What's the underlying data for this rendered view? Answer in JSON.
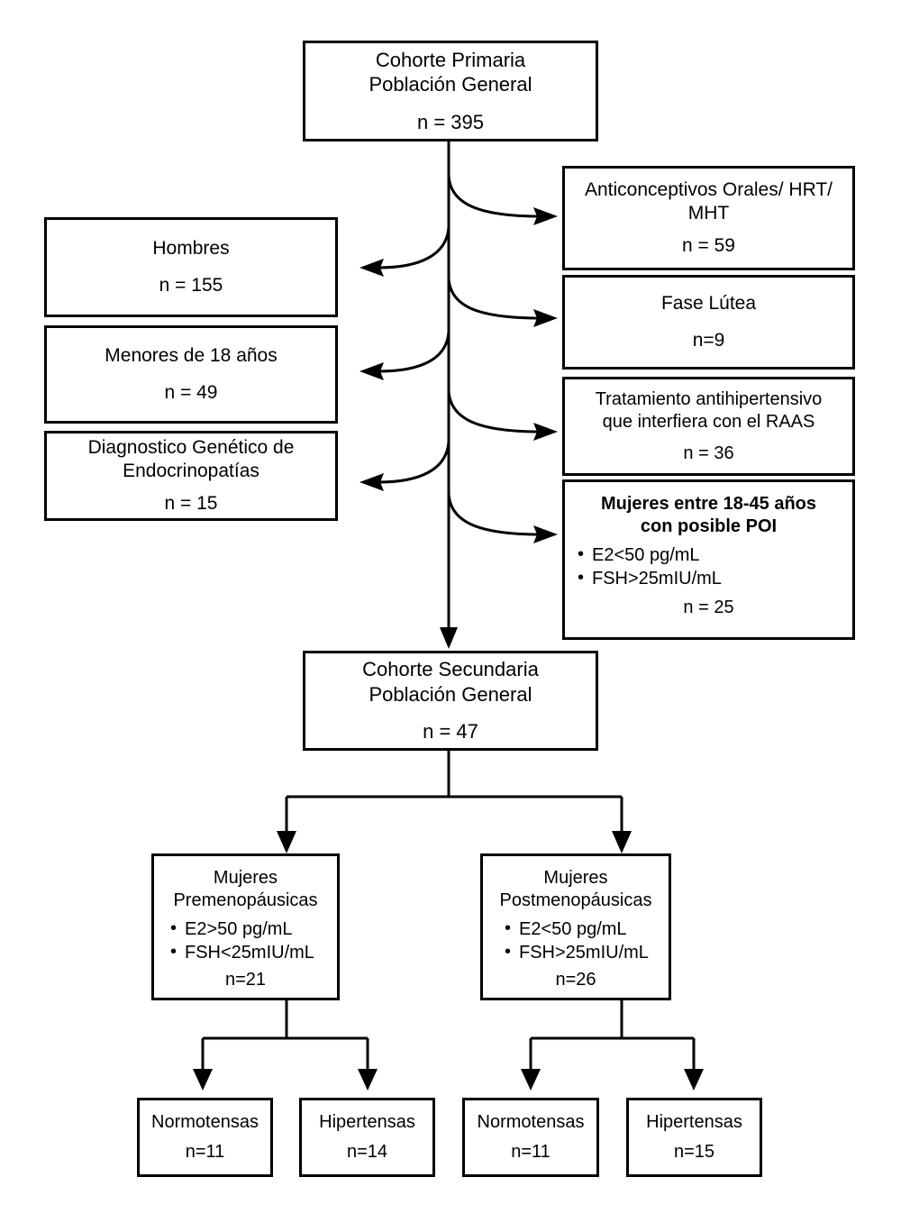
{
  "diagram": {
    "type": "flowchart",
    "language": "es",
    "accent_color": "#000000",
    "background": "#ffffff",
    "nodes": {
      "primary_cohort": {
        "title": "Cohorte Primaria\nPoblación General",
        "n": "n = 395"
      },
      "secondary_cohort": {
        "title": "Cohorte Secundaria\nPoblación General",
        "n": "n = 47"
      },
      "exclusions_left": [
        {
          "title": "Hombres",
          "n": "n = 155"
        },
        {
          "title": "Menores de 18 años",
          "n": "n = 49"
        },
        {
          "title": "Diagnostico Genético de\nEndocrinopatías",
          "n": "n = 15"
        }
      ],
      "exclusions_right": [
        {
          "title": "Anticonceptivos Orales/ HRT/\nMHT",
          "n": "n = 59",
          "bullets": []
        },
        {
          "title": "Fase Lútea",
          "n": "n=9",
          "bullets": []
        },
        {
          "title": "Tratamiento antihipertensivo\nque interfiera con el RAAS",
          "n": "n = 36",
          "bullets": []
        },
        {
          "title": "Mujeres entre 18-45 años\ncon posible POI",
          "n": "n = 25",
          "bullets": [
            "E2<50 pg/mL",
            "FSH>25mIU/mL"
          ]
        }
      ],
      "groups": [
        {
          "title": "Mujeres Premenopáusicas",
          "bullets": [
            "E2>50 pg/mL",
            "FSH<25mIU/mL"
          ],
          "n": "n=21"
        },
        {
          "title": "Mujeres Postmenopáusicas",
          "bullets": [
            "E2<50 pg/mL",
            "FSH>25mIU/mL"
          ],
          "n": "n=26"
        }
      ],
      "leaves": [
        {
          "title": "Normotensas",
          "n": "n=11"
        },
        {
          "title": "Hipertensas",
          "n": "n=14"
        },
        {
          "title": "Normotensas",
          "n": "n=11"
        },
        {
          "title": "Hipertensas",
          "n": "n=15"
        }
      ]
    }
  }
}
